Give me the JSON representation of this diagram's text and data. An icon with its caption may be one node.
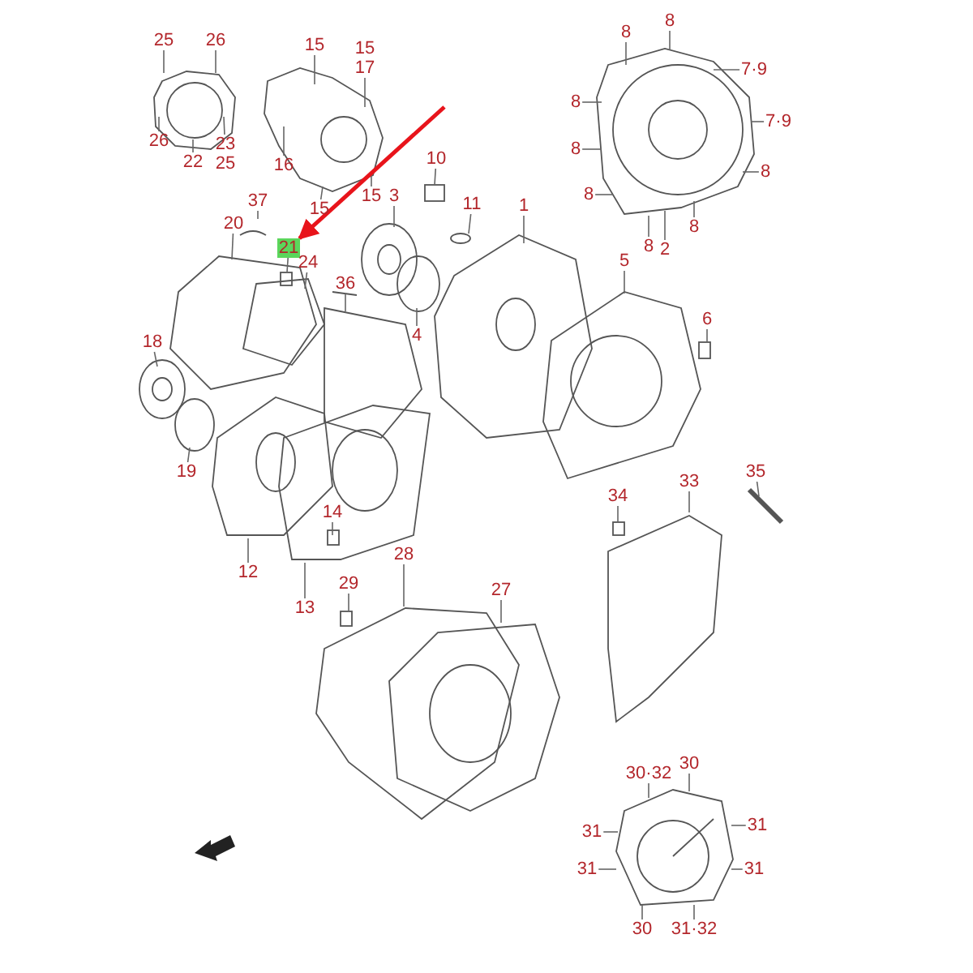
{
  "diagram": {
    "nodes": [
      {
        "text": [
          "25"
        ]
      },
      {
        "text": [
          "26"
        ]
      },
      {
        "text": [
          "26"
        ]
      },
      {
        "text": [
          "22"
        ]
      },
      {
        "text": [
          "23 25"
        ]
      },
      {
        "text": [
          "15"
        ]
      },
      {
        "text": [
          "15 17"
        ]
      },
      {
        "text": [
          "16"
        ]
      },
      {
        "text": [
          "15"
        ]
      },
      {
        "text": [
          "15"
        ]
      },
      {
        "text": [
          "3"
        ]
      },
      {
        "text": [
          "10"
        ]
      },
      {
        "text": [
          "11"
        ]
      },
      {
        "text": [
          "37"
        ]
      },
      {
        "text": [
          "20"
        ]
      },
      {
        "text": [
          "21"
        ]
      },
      {
        "text": [
          "24"
        ]
      },
      {
        "text": [
          "36"
        ]
      },
      {
        "text": [
          "4"
        ]
      },
      {
        "text": [
          "18"
        ]
      },
      {
        "text": [
          "19"
        ]
      },
      {
        "text": [
          "14"
        ]
      },
      {
        "text": [
          "12"
        ]
      },
      {
        "text": [
          "13"
        ]
      },
      {
        "text": [
          "29"
        ]
      },
      {
        "text": [
          "28"
        ]
      },
      {
        "text": [
          "27"
        ]
      },
      {
        "text": [
          "1"
        ]
      },
      {
        "text": [
          "5"
        ]
      },
      {
        "text": [
          "6"
        ]
      },
      {
        "text": [
          "34"
        ]
      },
      {
        "text": [
          "33"
        ]
      },
      {
        "text": [
          "35"
        ]
      },
      {
        "text": [
          "8"
        ]
      },
      {
        "text": [
          "8"
        ]
      },
      {
        "text": [
          "7·9"
        ]
      },
      {
        "text": [
          "8"
        ]
      },
      {
        "text": [
          "8"
        ]
      },
      {
        "text": [
          "7·9"
        ]
      },
      {
        "text": [
          "8"
        ]
      },
      {
        "text": [
          "8"
        ]
      },
      {
        "text": [
          "8"
        ]
      },
      {
        "text": [
          "2"
        ]
      },
      {
        "text": [
          "8"
        ]
      },
      {
        "text": [
          "30·32"
        ]
      },
      {
        "text": [
          "30"
        ]
      },
      {
        "text": [
          "31"
        ]
      },
      {
        "text": [
          "31"
        ]
      },
      {
        "text": [
          "31"
        ]
      },
      {
        "text": [
          "31"
        ]
      },
      {
        "text": [
          "30"
        ]
      },
      {
        "text": [
          "31·32"
        ]
      },
      {
        "text": [],
        "shape": "picture"
      },
      {
        "text": [],
        "shape": "picture"
      },
      {
        "text": [],
        "shape": "picture"
      },
      {
        "text": [],
        "shape": "box"
      },
      {
        "text": [],
        "shape": "box"
      },
      {
        "text": [],
        "shape": "picture"
      }
    ],
    "edges": [
      {
        "from": 0,
        "to": null,
        "arrow": "none"
      },
      {
        "from": 1,
        "to": null,
        "arrow": "none"
      },
      {
        "from": 2,
        "to": null,
        "arrow": "none"
      },
      {
        "from": 3,
        "to": null,
        "arrow": "none"
      },
      {
        "from": 4,
        "to": null,
        "arrow": "none"
      },
      {
        "from": 5,
        "to": 52,
        "arrow": "none"
      },
      {
        "from": 6,
        "to": 52,
        "arrow": "none"
      },
      {
        "from": 7,
        "to": 52,
        "arrow": "none"
      },
      {
        "from": 8,
        "to": 52,
        "arrow": "none"
      },
      {
        "from": 9,
        "to": 52,
        "arrow": "none"
      },
      {
        "from": 10,
        "to": null,
        "arrow": "none"
      },
      {
        "from": 11,
        "to": 56,
        "arrow": "none"
      },
      {
        "from": 12,
        "to": null,
        "arrow": "none"
      },
      {
        "from": 13,
        "to": null,
        "arrow": "none"
      },
      {
        "from": 14,
        "to": null,
        "arrow": "none"
      },
      {
        "from": 15,
        "to": 55,
        "arrow": "none"
      },
      {
        "from": 16,
        "to": null,
        "arrow": "none"
      },
      {
        "from": 17,
        "to": null,
        "arrow": "none"
      },
      {
        "from": 18,
        "to": null,
        "arrow": "none"
      },
      {
        "from": 19,
        "to": null,
        "arrow": "none"
      },
      {
        "from": 20,
        "to": null,
        "arrow": "none"
      },
      {
        "from": 21,
        "to": null,
        "arrow": "none"
      },
      {
        "from": 22,
        "to": null,
        "arrow": "none"
      },
      {
        "from": 23,
        "to": null,
        "arrow": "none"
      },
      {
        "from": 24,
        "to": null,
        "arrow": "none"
      },
      {
        "from": 25,
        "to": null,
        "arrow": "none"
      },
      {
        "from": 26,
        "to": null,
        "arrow": "none"
      },
      {
        "from": 27,
        "to": 57,
        "arrow": "none"
      },
      {
        "from": 28,
        "to": 53,
        "arrow": "none"
      },
      {
        "from": 29,
        "to": null,
        "arrow": "none"
      },
      {
        "from": 30,
        "to": null,
        "arrow": "none"
      },
      {
        "from": 31,
        "to": 54,
        "arrow": "none"
      },
      {
        "from": 32,
        "to": null,
        "arrow": "none"
      },
      {
        "from": 33,
        "to": null,
        "arrow": "none"
      },
      {
        "from": 34,
        "to": null,
        "arrow": "none"
      },
      {
        "from": 35,
        "to": null,
        "arrow": "none"
      },
      {
        "from": 36,
        "to": null,
        "arrow": "none"
      },
      {
        "from": 37,
        "to": null,
        "arrow": "none"
      },
      {
        "from": 38,
        "to": null,
        "arrow": "none"
      },
      {
        "from": 39,
        "to": null,
        "arrow": "none"
      },
      {
        "from": 40,
        "to": null,
        "arrow": "none"
      },
      {
        "from": 41,
        "to": null,
        "arrow": "none"
      },
      {
        "from": 42,
        "to": null,
        "arrow": "none"
      },
      {
        "from": 43,
        "to": null,
        "arrow": "none"
      },
      {
        "from": 44,
        "to": null,
        "arrow": "none"
      },
      {
        "from": 45,
        "to": null,
        "arrow": "none"
      },
      {
        "from": 46,
        "to": null,
        "arrow": "none"
      },
      {
        "from": 47,
        "to": null,
        "arrow": "none"
      },
      {
        "from": 48,
        "to": null,
        "arrow": "none"
      },
      {
        "from": 49,
        "to": null,
        "arrow": "none"
      },
      {
        "from": 50,
        "to": null,
        "arrow": "none"
      },
      {
        "from": 51,
        "to": null,
        "arrow": "none"
      },
      {
        "from": null,
        "to": 15,
        "arrow": "to",
        "style": "thick",
        "color": "#e8141b"
      }
    ]
  }
}
